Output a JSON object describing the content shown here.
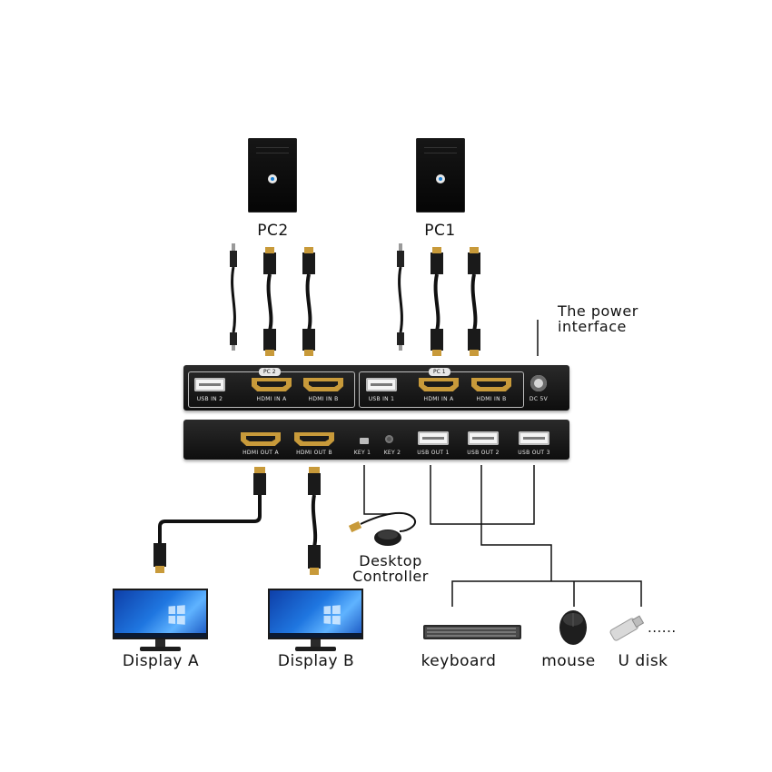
{
  "diagram": {
    "pcs": [
      {
        "label": "PC2"
      },
      {
        "label": "PC1"
      }
    ],
    "power_label": {
      "line1": "The power",
      "line2": "interface"
    },
    "top_panel": {
      "group_a_tag": "PC 2",
      "group_b_tag": "PC 1",
      "ports": [
        {
          "label": "USB IN 2"
        },
        {
          "label": "HDMI IN A"
        },
        {
          "label": "HDMI IN B"
        },
        {
          "label": "USB IN 1"
        },
        {
          "label": "HDMI IN A"
        },
        {
          "label": "HDMI IN B"
        },
        {
          "label": "DC 5V"
        }
      ]
    },
    "bottom_panel": {
      "ports": [
        {
          "label": "HDMI OUT A"
        },
        {
          "label": "HDMI OUT B"
        },
        {
          "label": "KEY 1"
        },
        {
          "label": "KEY 2"
        },
        {
          "label": "USB OUT 1"
        },
        {
          "label": "USB OUT 2"
        },
        {
          "label": "USB OUT 3"
        }
      ]
    },
    "desktop_controller": {
      "line1": "Desktop",
      "line2": "Controller"
    },
    "displays": [
      {
        "label": "Display A"
      },
      {
        "label": "Display B"
      }
    ],
    "peripherals": [
      {
        "label": "keyboard"
      },
      {
        "label": "mouse"
      },
      {
        "label": "U disk"
      }
    ],
    "ellipsis": "......"
  }
}
